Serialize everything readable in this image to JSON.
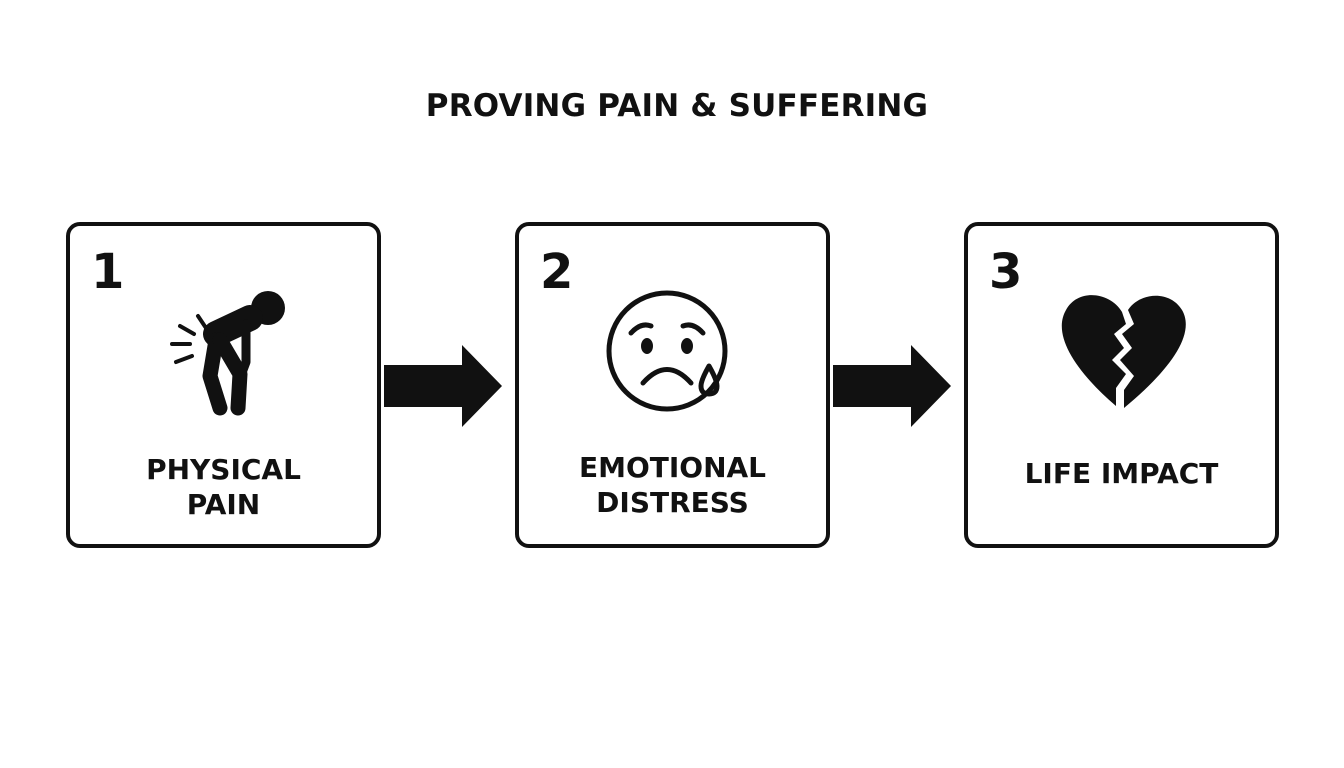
{
  "title": "PROVING PAIN & SUFFERING",
  "steps": [
    {
      "number": "1",
      "label_lines": [
        "PHYSICAL",
        "PAIN"
      ],
      "icon": "back-pain-person-icon"
    },
    {
      "number": "2",
      "label_lines": [
        "EMOTIONAL",
        "DISTRESS"
      ],
      "icon": "sad-face-tear-icon"
    },
    {
      "number": "3",
      "label_lines": [
        "LIFE IMPACT"
      ],
      "icon": "broken-heart-icon"
    }
  ],
  "colors": {
    "ink": "#111111",
    "background": "#ffffff"
  }
}
